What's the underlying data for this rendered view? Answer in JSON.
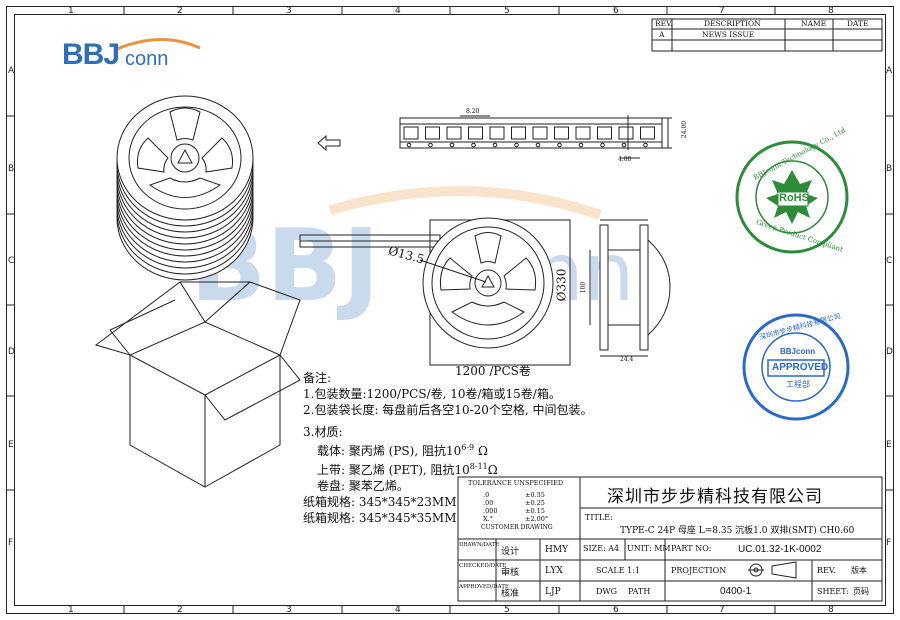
{
  "zones": {
    "cols": [
      "1",
      "2",
      "3",
      "4",
      "5",
      "6",
      "7",
      "8"
    ],
    "rows": [
      "A",
      "B",
      "C",
      "D",
      "E",
      "F"
    ]
  },
  "logo": {
    "bbj": "BBJ",
    "conn": "conn"
  },
  "revision_table": {
    "headers": [
      "REV.",
      "DESCRIPTION",
      "NAME",
      "DATE"
    ],
    "row": [
      "A",
      "NEWS ISSUE",
      "",
      ""
    ]
  },
  "reel_view": {
    "diameter_hub": "Ø13.5",
    "diameter_reel": "Ø330",
    "quantity_label": "1200 /PCS卷"
  },
  "tape_dims": {
    "pitch": "4.00",
    "width": "24.00",
    "cavity": "8.20"
  },
  "side_dims": {
    "width": "24.4",
    "hub": "100"
  },
  "stamps": {
    "rohs": {
      "ring_top": "BBJconn Technology Co., Ltd",
      "center": "RoHS",
      "ring_bottom": "Green Product Compliant"
    },
    "approved": {
      "ring_top": "深圳市步步精科技有限公司",
      "logo": "BBJconn",
      "center": "APPROVED",
      "sub": "工程部"
    }
  },
  "notes": {
    "title": "备注:",
    "n1": "1.包装数量:1200/PCS/卷, 10卷/箱或15卷/箱。",
    "n2": "2.包装袋长度: 每盘前后各空10-20个空格, 中间包装。",
    "n3": "3.材质:",
    "carrier": "载体: 聚丙烯 (PS), 阻抗10",
    "carrier_exp": "6-9",
    "carrier_unit": "Ω",
    "cover": "上带: 聚乙烯 (PET), 阻抗10",
    "cover_exp": "8-11",
    "cover_unit": "Ω",
    "reel": "卷盘: 聚苯乙烯。",
    "box1": "纸箱规格: 345*345*23MM",
    "box2": "纸箱规格: 345*345*35MM"
  },
  "tolerance": {
    "title": "TOLERANCE UNSPECIFIED",
    "rows": [
      {
        "k": ".0",
        "v": "±0.35"
      },
      {
        "k": ".00",
        "v": "±0.25"
      },
      {
        "k": ".000",
        "v": "±0.15"
      },
      {
        "k": "X.°",
        "v": "±2.00°"
      }
    ],
    "customer": "CUSTOMER DRAWING"
  },
  "title_block": {
    "company": "深圳市步步精科技有限公司",
    "title_label": "TITLE:",
    "title": "TYPE-C 24P 母座 L=8.35 沉板1.0 双排(SMT) CH0.60",
    "drawn_label": "DRAWN/DATE",
    "drawn_role": "设计",
    "drawn_name": "HMY",
    "checked_label": "CHECKED/DATE",
    "checked_role": "审核",
    "checked_name": "LYX",
    "approved_label": "APPROVED/DATE",
    "approved_role": "核准",
    "approved_name": "LJP",
    "size": "SIZE: A4",
    "unit": "UNIT: MM",
    "part_no_label": "PART NO:",
    "part_no": "UC.01.32-1K-0002",
    "scale": "SCALE 1:1",
    "projection": "PROJECTION",
    "rev_label": "REV.",
    "rev_value": "版本",
    "dwg": "DWG",
    "path": "PATH",
    "dwg_no": "0400-1",
    "sheet_label": "SHEET:",
    "sheet_value": "页码"
  }
}
